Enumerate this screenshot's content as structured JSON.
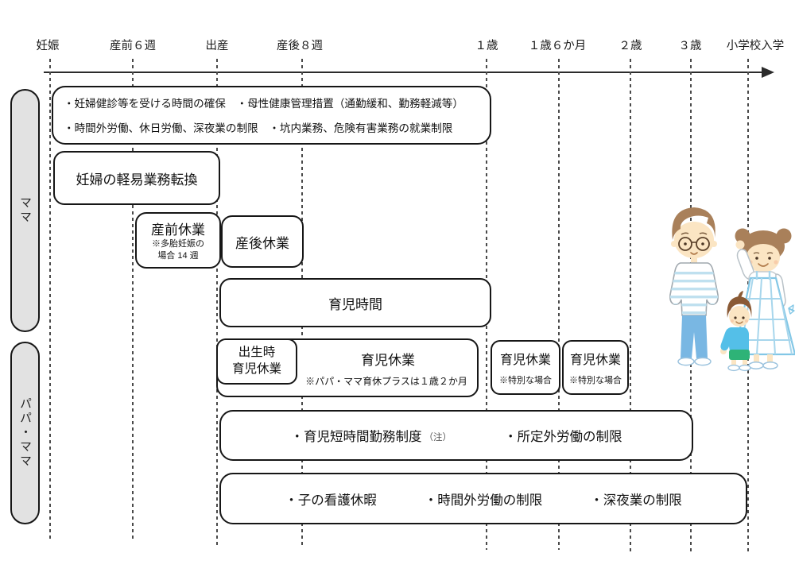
{
  "axis": {
    "labels": [
      "妊娠",
      "産前６週",
      "出産",
      "産後８週",
      "１歳",
      "１歳６か月",
      "２歳",
      "３歳",
      "小学校入学"
    ]
  },
  "lanes": {
    "mama": "ママ",
    "papa_mama": "パパ・ママ"
  },
  "boxes": {
    "maternal_health": {
      "line1": "・妊婦健診等を受ける時間の確保　・母性健康管理措置（通勤緩和、勤務軽減等）",
      "line2": "・時間外労働、休日労働、深夜業の制限　・坑内業務、危険有害業務の就業制限"
    },
    "light_duty": {
      "label": "妊婦の軽易業務転換"
    },
    "prenatal": {
      "label": "産前休業",
      "note_line1": "※多胎妊娠の",
      "note_line2": "場合 14 週"
    },
    "postnatal": {
      "label": "産後休業"
    },
    "childcare_time": {
      "label": "育児時間"
    },
    "birth_childcare": {
      "line1": "出生時",
      "line2": "育児休業"
    },
    "childcare_leave": {
      "label": "育児休業",
      "note": "※パパ・ママ育休プラスは１歳２か月"
    },
    "childcare_special_1": {
      "label": "育児休業",
      "note": "※特別な場合"
    },
    "childcare_special_2": {
      "label": "育児休業",
      "note": "※特別な場合"
    },
    "short_hours": {
      "item1": "・育児短時間勤務制度",
      "note": "（注）",
      "item2": "・所定外労働の制限"
    },
    "nursing": {
      "item1": "・子の看護休暇",
      "item2": "・時間外労働の制限",
      "item3": "・深夜業の制限"
    }
  },
  "colors": {
    "axis_line": "#2b2b2b",
    "box_border": "#161616",
    "pill_background": "#e2e2e2",
    "illustration": {
      "hair_brown": "#a9805a",
      "boy_hair_brown": "#8a5a35",
      "skin": "#fbe5c3",
      "shirt_stripe_blue": "#bfe0ef",
      "pants_blue": "#79b7e3",
      "boy_shirt_blue": "#54bfe8",
      "boy_shorts_green": "#2eb377",
      "dress_blue": "#82c7e6"
    }
  }
}
